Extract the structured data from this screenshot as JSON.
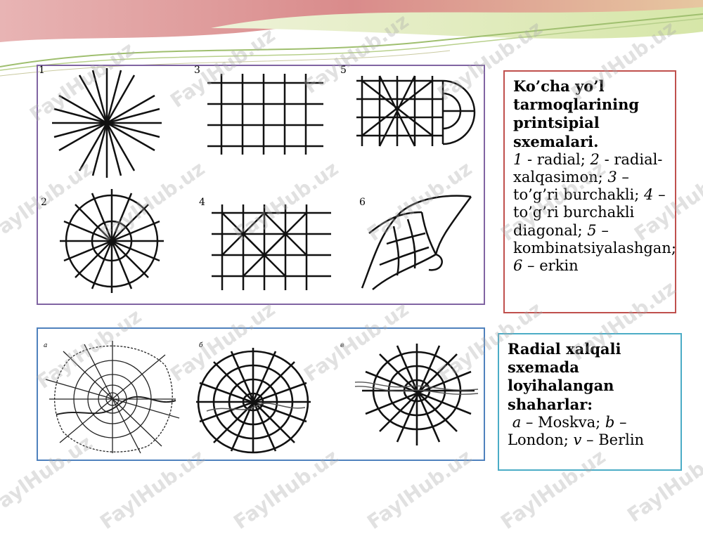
{
  "schemes": {
    "numbers": [
      "1",
      "2",
      "3",
      "4",
      "5",
      "6"
    ],
    "title": "Ko’cha yo’l tarmoqlarining printsipial sxemalari.",
    "n1": "1",
    "t1": " - radial; ",
    "n2": "2",
    "t2": " - radial-xalqasimon; ",
    "n3": "3",
    "t3": " – to’g’ri burchakli; ",
    "n4": "4",
    "t4": " – to’g’ri burchakli diagonal; ",
    "n5": "5",
    "t5": " – kombinatsiyalashgan; ",
    "n6": "6",
    "t6": " – erkin"
  },
  "cities": {
    "labels": [
      "a",
      "б",
      "в"
    ],
    "title": "Radial xalqali sxemada loyihalangan shaharlar:",
    "a": "a",
    "a_text": " – Moskva; ",
    "b": "b",
    "b_text": " – London; ",
    "v": "v",
    "v_text": " – Berlin"
  },
  "watermark": "FaylHub.uz"
}
